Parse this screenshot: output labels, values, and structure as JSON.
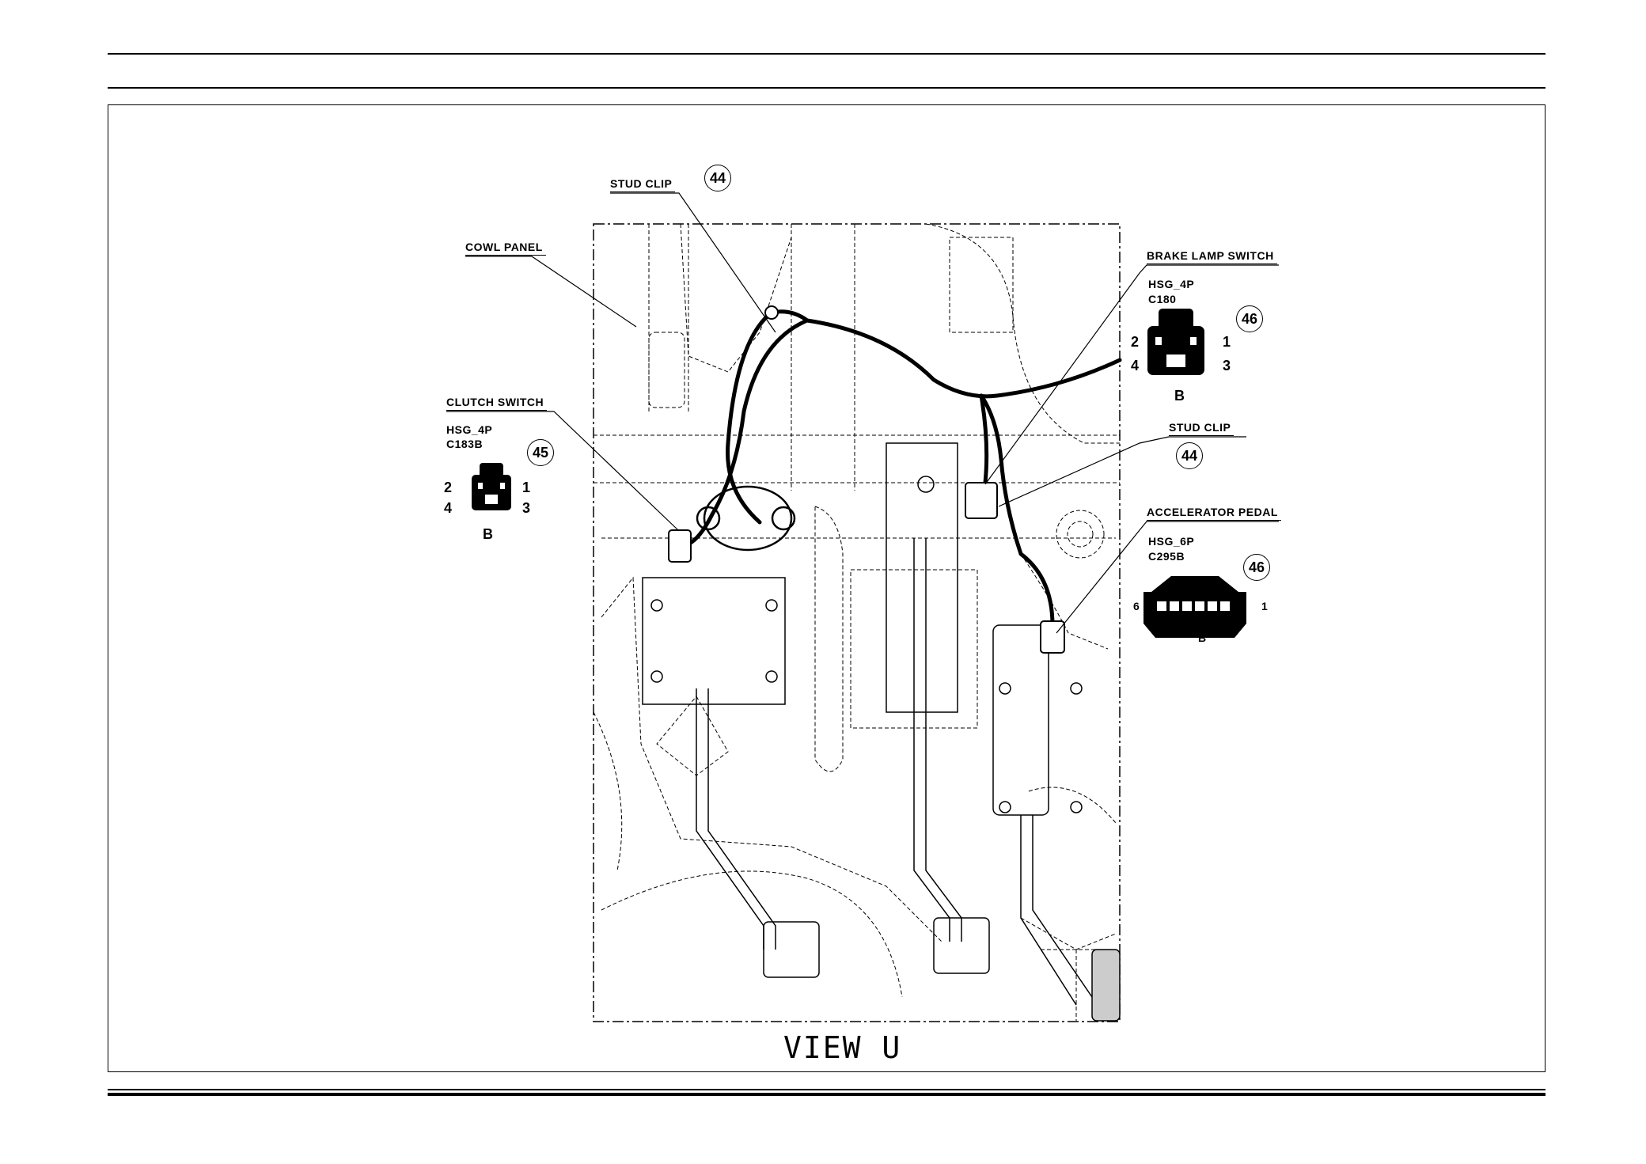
{
  "view_title": "VIEW U",
  "callouts": {
    "stud_clip_top": {
      "label": "STUD CLIP",
      "ref": "44"
    },
    "cowl_panel": {
      "label": "COWL PANEL"
    },
    "clutch_switch": {
      "label": "CLUTCH SWITCH",
      "housing": "HSG_4P",
      "connector": "C183B",
      "ref": "45",
      "pins": [
        "2",
        "1",
        "4",
        "3"
      ],
      "side": "B"
    },
    "brake_lamp_switch": {
      "label": "BRAKE LAMP SWITCH",
      "housing": "HSG_4P",
      "connector": "C180",
      "ref": "46",
      "pins": [
        "2",
        "1",
        "4",
        "3"
      ],
      "side": "B"
    },
    "stud_clip_right": {
      "label": "STUD CLIP",
      "ref": "44"
    },
    "accelerator_pedal": {
      "label": "ACCELERATOR PEDAL",
      "housing": "HSG_6P",
      "connector": "C295B",
      "ref": "46",
      "pins": [
        "6",
        "1"
      ],
      "side": "B"
    }
  }
}
